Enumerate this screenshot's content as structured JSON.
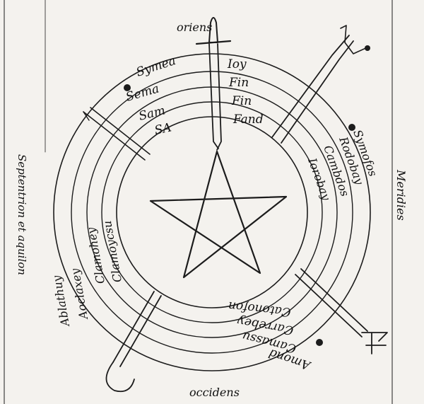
{
  "compass": {
    "east": "oriens",
    "west": "occidens",
    "south": "Meridies",
    "north": "Septentrion et aquilon"
  },
  "quadrants": {
    "upper_left": [
      "Symea",
      "Sema",
      "Sam",
      "SA"
    ],
    "upper_right": [
      "Ioy",
      "Fin",
      "Fin",
      "Fand"
    ],
    "right": [
      "Symofos",
      "Rodobay",
      "Cambdos",
      "Iorobay"
    ],
    "lower_right": [
      "Amond",
      "Camassu",
      "Carrebey",
      "Catonofon"
    ],
    "left": [
      "Ablathuy",
      "Aoclaxey",
      "Clamohey",
      "Clamoycsu"
    ]
  },
  "colors": {
    "ink": "#1c1c1c",
    "paper": "#f4f2ee"
  }
}
